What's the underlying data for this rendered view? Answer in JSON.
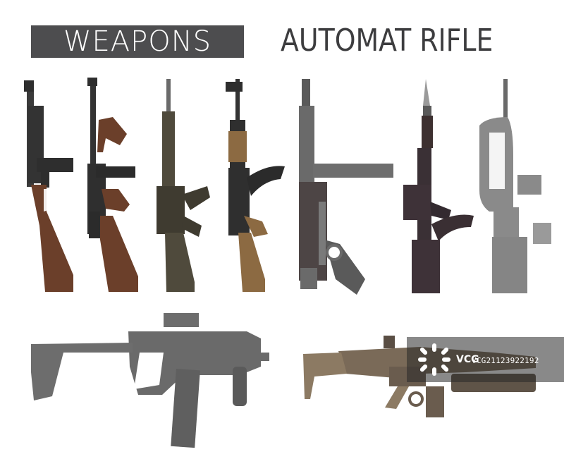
{
  "header": {
    "title": "WEAPONS",
    "subtitle": "AUTOMAT RIFLE"
  },
  "watermark": {
    "brand": "VCG",
    "id": "VCG21123922192"
  },
  "colors": {
    "title_bg": "#4d4d4f",
    "wood": "#6b3f2a",
    "dark_metal": "#3a3a3a",
    "olive": "#4f4a3c",
    "light_gray": "#8a8a8a",
    "tan": "#8c7a63"
  },
  "weapons": [
    {
      "name": "ppsh-submachine-gun-icon"
    },
    {
      "name": "thompson-submachine-gun-icon"
    },
    {
      "name": "m16-rifle-icon"
    },
    {
      "name": "ak47-rifle-icon"
    },
    {
      "name": "mp40-submachine-gun-icon"
    },
    {
      "name": "bayonet-ak-rifle-icon"
    },
    {
      "name": "famas-bullpup-rifle-icon"
    },
    {
      "name": "kriss-vector-smg-icon"
    },
    {
      "name": "scar-grenade-launcher-rifle-icon"
    }
  ]
}
